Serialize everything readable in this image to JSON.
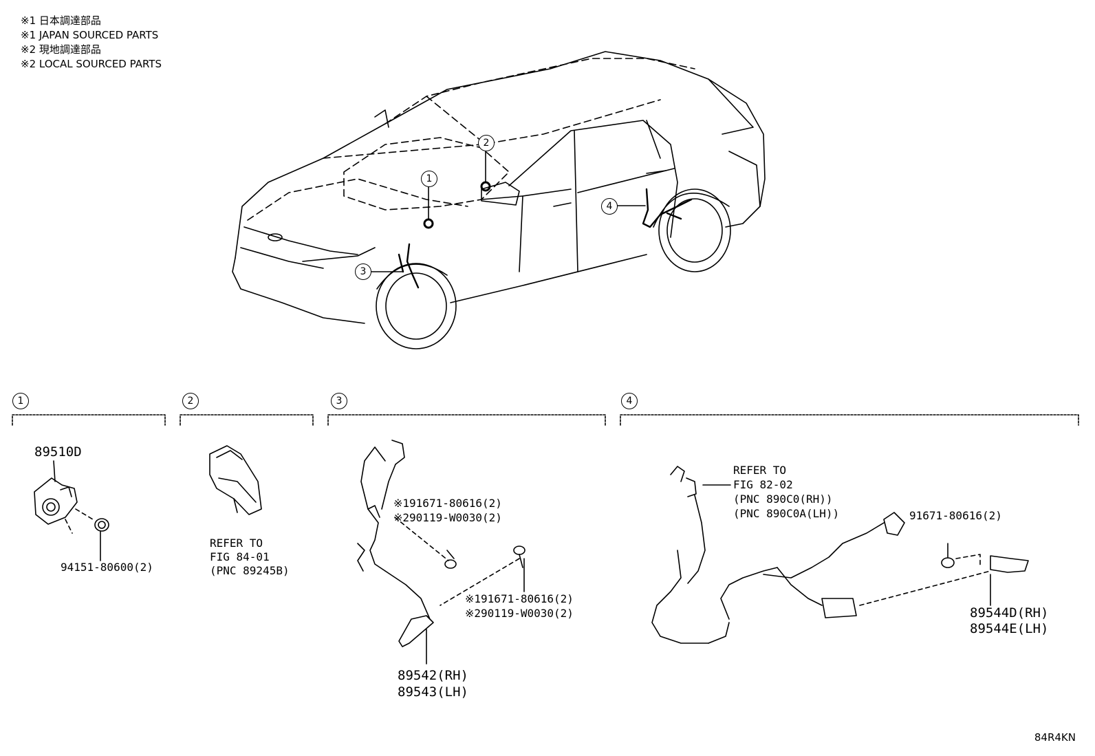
{
  "notes": [
    "※1 日本調達部品",
    "※1 JAPAN SOURCED PARTS",
    "※2 現地調達部品",
    "※2 LOCAL SOURCED PARTS"
  ],
  "overview_callouts": [
    "1",
    "2",
    "3",
    "4"
  ],
  "sections": [
    {
      "number": "1",
      "labels": {
        "part": "89510D",
        "clip": "94151-80600(2)"
      }
    },
    {
      "number": "2",
      "labels": {
        "refer_line1": "REFER TO",
        "refer_line2": "FIG 84-01",
        "refer_line3": "(PNC 89245B)"
      }
    },
    {
      "number": "3",
      "labels": {
        "bolt_top_1": "※191671-80616(2)",
        "bolt_top_2": "※290119-W0030(2)",
        "bolt_bottom_1": "※191671-80616(2)",
        "bolt_bottom_2": "※290119-W0030(2)",
        "sensor_rh": "89542(RH)",
        "sensor_lh": "89543(LH)"
      }
    },
    {
      "number": "4",
      "labels": {
        "refer_line1": "REFER TO",
        "refer_line2": "FIG 82-02",
        "refer_line3": "(PNC 890C0(RH))",
        "refer_line4": "(PNC 890C0A(LH))",
        "bolt": "91671-80616(2)",
        "sensor_rh": "89544D(RH)",
        "sensor_lh": "89544E(LH)"
      }
    }
  ],
  "illustration_code": "84R4KN"
}
